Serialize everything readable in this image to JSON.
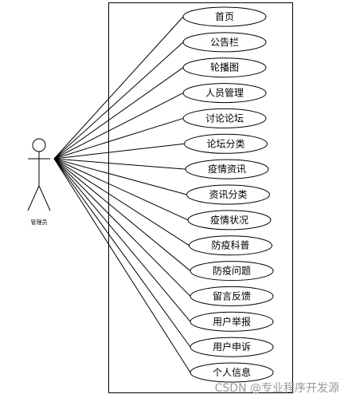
{
  "actor": {
    "label": "管理员"
  },
  "use_cases": [
    "首页",
    "公告栏",
    "轮播图",
    "人员管理",
    "讨论论坛",
    "论坛分类",
    "疫情资讯",
    "资讯分类",
    "疫情状况",
    "防疫科普",
    "防疫问题",
    "留言反馈",
    "用户举报",
    "用户申诉",
    "个人信息"
  ],
  "watermark": "CSDN @专业程序开发源",
  "colors": {
    "line": "#000000",
    "background": "#ffffff",
    "watermark": "#9a9a9a"
  }
}
